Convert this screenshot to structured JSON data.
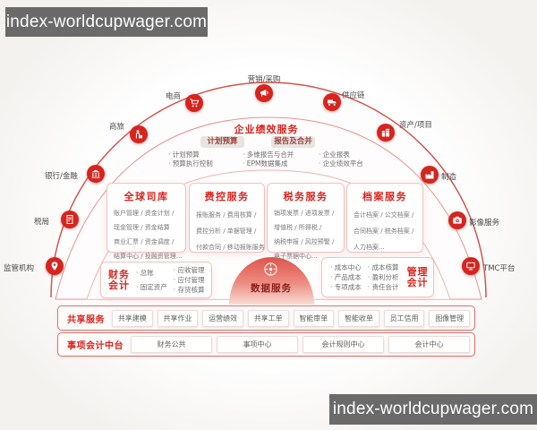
{
  "watermark": {
    "text": "index-worldcupwager.com"
  },
  "ecosystem": {
    "items": [
      {
        "label": "监管机构",
        "icon": "location-pin-icon"
      },
      {
        "label": "税局",
        "icon": "tax-receipt-icon"
      },
      {
        "label": "银行/金融",
        "icon": "bank-icon"
      },
      {
        "label": "商旅",
        "icon": "traveler-icon"
      },
      {
        "label": "电商",
        "icon": "shopping-cart-icon"
      },
      {
        "label": "营销/采购",
        "icon": "megaphone-icon"
      },
      {
        "label": "供应链",
        "icon": "truck-icon"
      },
      {
        "label": "资产/项目",
        "icon": "buildings-icon"
      },
      {
        "label": "制造",
        "icon": "factory-icon"
      },
      {
        "label": "影像服务",
        "icon": "camera-icon"
      },
      {
        "label": "TMC平台",
        "icon": "platform-icon"
      }
    ]
  },
  "performance": {
    "title": "企业绩效服务",
    "pills": [
      "计划预算",
      "报告及合并"
    ],
    "bullets": {
      "col1": [
        "计划预算",
        "预算执行控制"
      ],
      "col2": [
        "多维报告与合并",
        "EPM数据集成"
      ],
      "col3": [
        "企业报表",
        "企业绩效平台"
      ]
    }
  },
  "service_boxes": [
    {
      "title": "全球司库",
      "lines": [
        "账户管理 / 资金计划 /",
        "现金管理 / 资金结算",
        "商业汇票 / 资金调度 /",
        "结算中心 / 投融资管理..."
      ]
    },
    {
      "title": "费控服务",
      "lines": [
        "报账服务 / 费用核算 /",
        "费控分析 / 单据管理 /",
        "付款合同 / 移动报账服务"
      ]
    },
    {
      "title": "税务服务",
      "lines": [
        "销项发票 / 进项发票 /",
        "增值税 / 所得税 /",
        "纳税申报 / 风控预警 /",
        "电子票据中心..."
      ]
    },
    {
      "title": "档案服务",
      "lines": [
        "会计档案 / 公文档案 /",
        "合同档案 / 税务档案 /",
        "人力档案..."
      ]
    }
  ],
  "financial_accounting": {
    "title": "财务会计",
    "col1": [
      "总账",
      "固定资产"
    ],
    "col2": [
      "应收管理",
      "应付管理",
      "存货核算"
    ]
  },
  "data_service": {
    "title": "数据服务"
  },
  "management_accounting": {
    "title": "管理会计",
    "col1": [
      "成本中心",
      "产品成本",
      "专项成本"
    ],
    "col2": [
      "成本核算",
      "盈利分析",
      "责任会计"
    ]
  },
  "shared_services": {
    "title": "共享服务",
    "buttons": [
      "共享建模",
      "共享作业",
      "运营绩效",
      "共享工单",
      "智能审单",
      "智能收单",
      "员工信用",
      "图像管理"
    ]
  },
  "event_accounting": {
    "title": "事项会计中台",
    "buttons": [
      "财务公共",
      "事项中心",
      "会计规则中心",
      "会计中心"
    ]
  },
  "colors": {
    "accent_red": "#d8261f",
    "icon_red": "#d6241e",
    "arc_red": "#d4544e",
    "box_border_pink": "#f1c3bd",
    "row_border": "#d4766f",
    "pill_bg": "#e8e4e1",
    "pill_text": "#9c423a",
    "body_text_gray": "#6e6e6e",
    "dome_text": "#8e1f18",
    "watermark_bg": "#6a6a6a"
  }
}
